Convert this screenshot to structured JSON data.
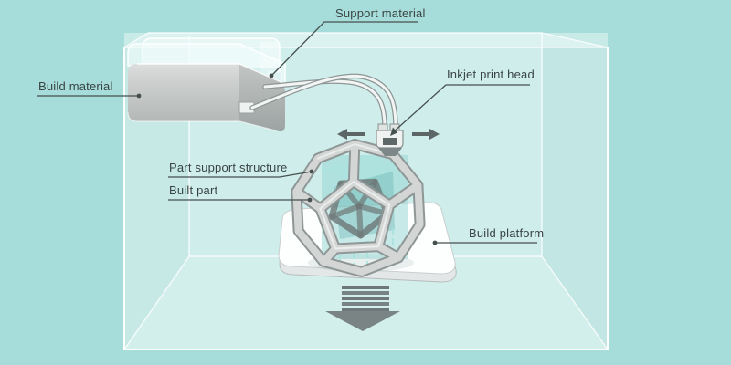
{
  "diagram": {
    "subject": "inkjet-3d-printing-process",
    "labels": {
      "support_material": "Support material",
      "build_material": "Build material",
      "inkjet_print_head": "Inkjet print head",
      "part_support_structure": "Part support structure",
      "built_part": "Built part",
      "build_platform": "Build platform"
    },
    "icons": {
      "print_head_motion_left": "left-arrow",
      "print_head_motion_right": "right-arrow",
      "platform_motion_down": "down-arrow"
    },
    "colors": {
      "background": "#a6dcd9",
      "chamber_back_wall": "#ceedeb",
      "chamber_side_wall": "#c6e9e6",
      "chamber_floor": "#d3efec",
      "chamber_top_band": "#dbf2f0",
      "chamber_outline": "#ffffff",
      "label_text": "#394443",
      "leader_line": "#46504f",
      "tank_gray": "#c0c4c3",
      "support_material_teal": "#8fd6d2",
      "part_frame_light": "#d3d6d5",
      "part_frame_dark": "#8f9696",
      "motion_arrow": "#5c6666",
      "piston_dark": "#6e7878",
      "platform_white": "#fdfefe"
    }
  }
}
